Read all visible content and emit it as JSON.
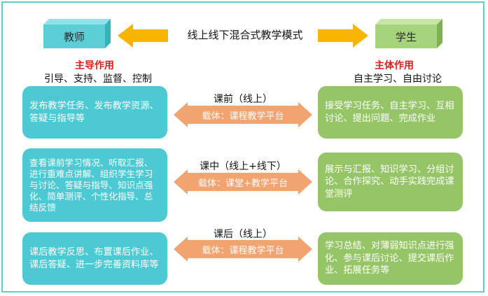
{
  "title": "线上线下混合式教学模式",
  "teacher": {
    "box_label": "教师",
    "role_title": "主导作用",
    "role_desc": "引导、支持、监督、控制"
  },
  "student": {
    "box_label": "学生",
    "role_title": "主体作用",
    "role_desc": "自主学习、自由讨论"
  },
  "stages": [
    {
      "label": "课前（线上）",
      "carrier": "载体：课程教学平台",
      "teacher_text": "发布教学任务、发布教学资源、答疑与指导等",
      "student_text": "接受学习任务、自主学习、互相讨论、提出问题、完成作业"
    },
    {
      "label": "课中（线上+线下）",
      "carrier": "载体：课堂+教学平台",
      "teacher_text": "查看课前学习情况、听取汇报、进行重难点讲解、组织学生学习与讨论、答疑与指导、知识点强化、简单测评、个性化指导、总结反馈",
      "student_text": "展示与汇报、知识学习、分组讨论、合作探究、动手实践完成课堂测评"
    },
    {
      "label": "课后（线上）",
      "carrier": "载体：课程教学平台",
      "teacher_text": "课后教学反思、布置课后作业、课后答疑、进一步完善资料库等",
      "student_text": "学习总结、对薄弱知识点进行强化、参与课后讨论、提交课后作业、拓展任务等"
    }
  ],
  "colors": {
    "teacher": "#4CC9D2",
    "student": "#96C567",
    "arrow": "#F2A470",
    "top_arrow": "#F7B400",
    "frame": "#5ECFCF",
    "role_title": "#E11B1B"
  }
}
